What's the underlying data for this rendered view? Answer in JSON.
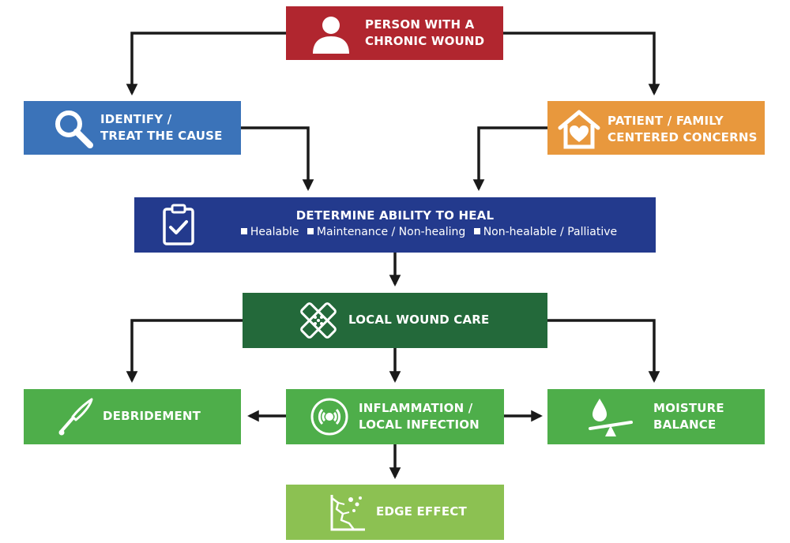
{
  "nodes": {
    "person": {
      "line1": "PERSON WITH A",
      "line2": "CHRONIC WOUND",
      "icon": "person-icon",
      "color": "#b1262f"
    },
    "identify": {
      "line1": "IDENTIFY /",
      "line2": "TREAT THE CAUSE",
      "icon": "magnifier-icon",
      "color": "#3b73b9"
    },
    "patient": {
      "line1": "PATIENT / FAMILY",
      "line2": "CENTERED CONCERNS",
      "icon": "house-heart-icon",
      "color": "#e8983d"
    },
    "determine": {
      "title": "DETERMINE ABILITY TO HEAL",
      "options": [
        "Healable",
        "Maintenance / Non-healing",
        "Non-healable / Palliative"
      ],
      "icon": "clipboard-check-icon",
      "color": "#233a8d"
    },
    "local": {
      "label": "LOCAL WOUND CARE",
      "icon": "bandage-icon",
      "color": "#23693a"
    },
    "debridement": {
      "label": "DEBRIDEMENT",
      "icon": "scalpel-icon",
      "color": "#4eae4a"
    },
    "inflammation": {
      "line1": "INFLAMMATION /",
      "line2": "LOCAL INFECTION",
      "icon": "signal-icon",
      "color": "#4eae4a"
    },
    "moisture": {
      "line1": "MOISTURE",
      "line2": "BALANCE",
      "icon": "drop-scale-icon",
      "color": "#4eae4a"
    },
    "edge": {
      "label": "EDGE EFFECT",
      "icon": "cracked-edge-icon",
      "color": "#8cc152"
    }
  },
  "arrow_color": "#1a1a1a"
}
